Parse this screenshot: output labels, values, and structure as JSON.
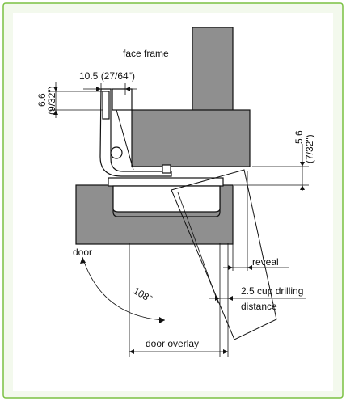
{
  "colors": {
    "border": "#7ac142",
    "background": "#f3f9ed",
    "part_fill": "#8f8f8f",
    "line": "#111111"
  },
  "labels": {
    "face_frame": "face frame",
    "top_dimension": "10.5 (27/64\")",
    "left_dimension_mm": "6.6",
    "left_dimension_in": "(9/32\")",
    "right_dimension_mm": "5.6",
    "right_dimension_in": "(7/32\")",
    "door": "door",
    "reveal": "reveal",
    "angle": "108°",
    "cup_drilling_line1": "2.5 cup drilling",
    "cup_drilling_line2": "distance",
    "door_overlay": "door overlay"
  }
}
